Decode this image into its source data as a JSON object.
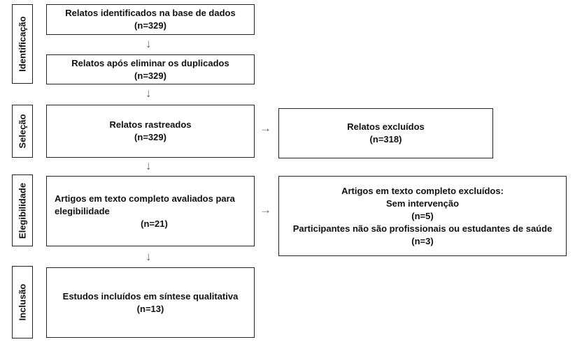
{
  "stages": {
    "identification": "Identificação",
    "selection": "Seleção",
    "eligibility": "Elegibilidade",
    "inclusion": "Inclusão"
  },
  "boxes": {
    "identified": {
      "label": "Relatos identificados na base de dados",
      "count": "(n=329)"
    },
    "after_duplicates": {
      "label": "Relatos após eliminar os duplicados",
      "count": "(n=329)"
    },
    "screened": {
      "label": "Relatos rastreados",
      "count": "(n=329)"
    },
    "excluded": {
      "label": "Relatos excluídos",
      "count": "(n=318)"
    },
    "fulltext_assessed": {
      "label_line1": "Artigos em texto completo avaliados para",
      "label_line2": "elegibilidade",
      "count": "(n=21)"
    },
    "fulltext_excluded": {
      "title": "Artigos em texto completo excluídos:",
      "reason1": "Sem intervenção",
      "reason1_count": "(n=5)",
      "reason2": "Participantes não são profissionais ou estudantes de saúde",
      "reason2_count": "(n=3)"
    },
    "included": {
      "label": "Estudos incluídos em síntese qualitativa",
      "count": "(n=13)"
    }
  },
  "arrows": {
    "down": "↓",
    "right": "→"
  }
}
